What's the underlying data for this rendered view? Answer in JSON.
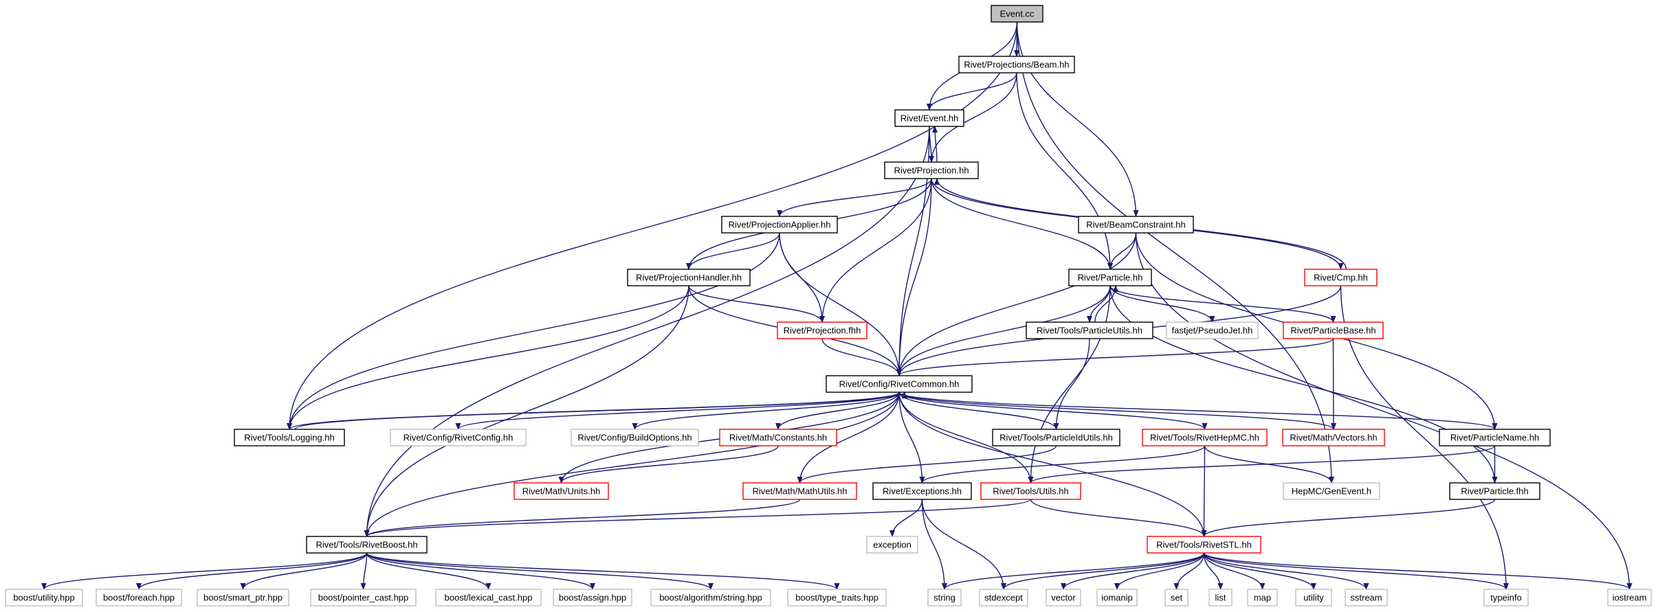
{
  "diagram": {
    "type": "include-dependency-graph",
    "colors": {
      "edge": "#191970",
      "node_documented": "#000000",
      "node_truncated": "#ff0000",
      "node_external": "#bfbfbf",
      "root_fill": "#bfbfbf"
    },
    "nodes": [
      {
        "id": "event_cc",
        "label": "Event.cc",
        "kind": "root"
      },
      {
        "id": "projections_beam",
        "label": "Rivet/Projections/Beam.hh",
        "kind": "doc"
      },
      {
        "id": "event_hh",
        "label": "Rivet/Event.hh",
        "kind": "doc"
      },
      {
        "id": "projection_hh",
        "label": "Rivet/Projection.hh",
        "kind": "doc"
      },
      {
        "id": "beamconstraint",
        "label": "Rivet/BeamConstraint.hh",
        "kind": "doc"
      },
      {
        "id": "projectionapplier",
        "label": "Rivet/ProjectionApplier.hh",
        "kind": "doc"
      },
      {
        "id": "projectionhandler",
        "label": "Rivet/ProjectionHandler.hh",
        "kind": "doc"
      },
      {
        "id": "particle_hh",
        "label": "Rivet/Particle.hh",
        "kind": "doc"
      },
      {
        "id": "cmp_hh",
        "label": "Rivet/Cmp.hh",
        "kind": "red"
      },
      {
        "id": "projection_fhh",
        "label": "Rivet/Projection.fhh",
        "kind": "red"
      },
      {
        "id": "particleutils",
        "label": "Rivet/Tools/ParticleUtils.hh",
        "kind": "doc"
      },
      {
        "id": "pseudojet",
        "label": "fastjet/PseudoJet.hh",
        "kind": "ext"
      },
      {
        "id": "particlebase",
        "label": "Rivet/ParticleBase.hh",
        "kind": "red"
      },
      {
        "id": "rivetcommon",
        "label": "Rivet/Config/RivetCommon.hh",
        "kind": "doc"
      },
      {
        "id": "logging",
        "label": "Rivet/Tools/Logging.hh",
        "kind": "doc"
      },
      {
        "id": "rivetconfig",
        "label": "Rivet/Config/RivetConfig.hh",
        "kind": "ext"
      },
      {
        "id": "buildoptions",
        "label": "Rivet/Config/BuildOptions.hh",
        "kind": "ext"
      },
      {
        "id": "constants",
        "label": "Rivet/Math/Constants.hh",
        "kind": "red"
      },
      {
        "id": "particleidutils",
        "label": "Rivet/Tools/ParticleIdUtils.hh",
        "kind": "doc"
      },
      {
        "id": "rivethepmc",
        "label": "Rivet/Tools/RivetHepMC.hh",
        "kind": "red"
      },
      {
        "id": "vectors",
        "label": "Rivet/Math/Vectors.hh",
        "kind": "red"
      },
      {
        "id": "particlename",
        "label": "Rivet/ParticleName.hh",
        "kind": "doc"
      },
      {
        "id": "units",
        "label": "Rivet/Math/Units.hh",
        "kind": "red"
      },
      {
        "id": "mathutils",
        "label": "Rivet/Math/MathUtils.hh",
        "kind": "red"
      },
      {
        "id": "exceptions",
        "label": "Rivet/Exceptions.hh",
        "kind": "doc"
      },
      {
        "id": "utils",
        "label": "Rivet/Tools/Utils.hh",
        "kind": "red"
      },
      {
        "id": "genevent",
        "label": "HepMC/GenEvent.h",
        "kind": "ext"
      },
      {
        "id": "particle_fhh",
        "label": "Rivet/Particle.fhh",
        "kind": "doc"
      },
      {
        "id": "rivetboost",
        "label": "Rivet/Tools/RivetBoost.hh",
        "kind": "doc"
      },
      {
        "id": "exception",
        "label": "exception",
        "kind": "ext"
      },
      {
        "id": "rivetstl",
        "label": "Rivet/Tools/RivetSTL.hh",
        "kind": "red"
      },
      {
        "id": "b_utility",
        "label": "boost/utility.hpp",
        "kind": "ext"
      },
      {
        "id": "b_foreach",
        "label": "boost/foreach.hpp",
        "kind": "ext"
      },
      {
        "id": "b_smart_ptr",
        "label": "boost/smart_ptr.hpp",
        "kind": "ext"
      },
      {
        "id": "b_pointer_cast",
        "label": "boost/pointer_cast.hpp",
        "kind": "ext"
      },
      {
        "id": "b_lexical_cast",
        "label": "boost/lexical_cast.hpp",
        "kind": "ext"
      },
      {
        "id": "b_assign",
        "label": "boost/assign.hpp",
        "kind": "ext"
      },
      {
        "id": "b_algorithm",
        "label": "boost/algorithm/string.hpp",
        "kind": "ext"
      },
      {
        "id": "b_type_traits",
        "label": "boost/type_traits.hpp",
        "kind": "ext"
      },
      {
        "id": "s_string",
        "label": "string",
        "kind": "ext"
      },
      {
        "id": "s_stdexcept",
        "label": "stdexcept",
        "kind": "ext"
      },
      {
        "id": "s_vector",
        "label": "vector",
        "kind": "ext"
      },
      {
        "id": "s_iomanip",
        "label": "iomanip",
        "kind": "ext"
      },
      {
        "id": "s_set",
        "label": "set",
        "kind": "ext"
      },
      {
        "id": "s_list",
        "label": "list",
        "kind": "ext"
      },
      {
        "id": "s_map",
        "label": "map",
        "kind": "ext"
      },
      {
        "id": "s_utility",
        "label": "utility",
        "kind": "ext"
      },
      {
        "id": "s_sstream",
        "label": "sstream",
        "kind": "ext"
      },
      {
        "id": "s_typeinfo",
        "label": "typeinfo",
        "kind": "ext"
      },
      {
        "id": "s_iostream",
        "label": "iostream",
        "kind": "ext"
      }
    ],
    "edges": [
      [
        "event_cc",
        "projections_beam"
      ],
      [
        "event_cc",
        "event_hh"
      ],
      [
        "event_cc",
        "beamconstraint"
      ],
      [
        "event_cc",
        "logging"
      ],
      [
        "event_cc",
        "genevent"
      ],
      [
        "projections_beam",
        "event_hh"
      ],
      [
        "projections_beam",
        "projection_hh"
      ],
      [
        "projections_beam",
        "particle_hh"
      ],
      [
        "event_hh",
        "projection_hh"
      ],
      [
        "event_hh",
        "rivetcommon"
      ],
      [
        "event_hh",
        "rivetboost"
      ],
      [
        "projection_hh",
        "event_hh"
      ],
      [
        "projection_hh",
        "projectionapplier"
      ],
      [
        "projection_hh",
        "projectionhandler"
      ],
      [
        "projection_hh",
        "projection_fhh"
      ],
      [
        "projection_hh",
        "rivetcommon"
      ],
      [
        "projection_hh",
        "particle_hh"
      ],
      [
        "projection_hh",
        "cmp_hh"
      ],
      [
        "beamconstraint",
        "particle_hh"
      ],
      [
        "beamconstraint",
        "rivetcommon"
      ],
      [
        "beamconstraint",
        "particlename"
      ],
      [
        "beamconstraint",
        "s_iostream"
      ],
      [
        "projectionapplier",
        "projectionhandler"
      ],
      [
        "projectionapplier",
        "projection_fhh"
      ],
      [
        "projectionapplier",
        "rivetcommon"
      ],
      [
        "projectionapplier",
        "logging"
      ],
      [
        "projectionhandler",
        "rivetcommon"
      ],
      [
        "projectionhandler",
        "projection_fhh"
      ],
      [
        "projectionhandler",
        "logging"
      ],
      [
        "projectionhandler",
        "rivetboost"
      ],
      [
        "particle_hh",
        "particleutils"
      ],
      [
        "particle_hh",
        "pseudojet"
      ],
      [
        "particle_hh",
        "particlebase"
      ],
      [
        "particle_hh",
        "rivetcommon"
      ],
      [
        "particle_hh",
        "particle_fhh"
      ],
      [
        "particle_hh",
        "utils"
      ],
      [
        "particleutils",
        "particle_hh"
      ],
      [
        "particleutils",
        "particleidutils"
      ],
      [
        "cmp_hh",
        "projection_hh"
      ],
      [
        "cmp_hh",
        "rivetcommon"
      ],
      [
        "cmp_hh",
        "s_typeinfo"
      ],
      [
        "projection_fhh",
        "rivetcommon"
      ],
      [
        "particlebase",
        "rivetcommon"
      ],
      [
        "particlebase",
        "vectors"
      ],
      [
        "rivetcommon",
        "logging"
      ],
      [
        "rivetcommon",
        "rivetconfig"
      ],
      [
        "rivetcommon",
        "buildoptions"
      ],
      [
        "rivetcommon",
        "constants"
      ],
      [
        "rivetcommon",
        "particleidutils"
      ],
      [
        "rivetcommon",
        "rivethepmc"
      ],
      [
        "rivetcommon",
        "vectors"
      ],
      [
        "rivetcommon",
        "particlename"
      ],
      [
        "rivetcommon",
        "units"
      ],
      [
        "rivetcommon",
        "mathutils"
      ],
      [
        "rivetcommon",
        "exceptions"
      ],
      [
        "rivetcommon",
        "utils"
      ],
      [
        "rivetcommon",
        "rivetstl"
      ],
      [
        "rivetcommon",
        "rivetboost"
      ],
      [
        "logging",
        "rivetcommon"
      ],
      [
        "constants",
        "units"
      ],
      [
        "particleidutils",
        "mathutils"
      ],
      [
        "rivethepmc",
        "genevent"
      ],
      [
        "rivethepmc",
        "rivetstl"
      ],
      [
        "rivethepmc",
        "exceptions"
      ],
      [
        "particlename",
        "particle_fhh"
      ],
      [
        "particlename",
        "utils"
      ],
      [
        "mathutils",
        "rivetboost"
      ],
      [
        "exceptions",
        "exception"
      ],
      [
        "exceptions",
        "s_string"
      ],
      [
        "exceptions",
        "s_stdexcept"
      ],
      [
        "utils",
        "rivetstl"
      ],
      [
        "utils",
        "rivetboost"
      ],
      [
        "particle_fhh",
        "rivetstl"
      ],
      [
        "rivetboost",
        "b_utility"
      ],
      [
        "rivetboost",
        "b_foreach"
      ],
      [
        "rivetboost",
        "b_smart_ptr"
      ],
      [
        "rivetboost",
        "b_pointer_cast"
      ],
      [
        "rivetboost",
        "b_lexical_cast"
      ],
      [
        "rivetboost",
        "b_assign"
      ],
      [
        "rivetboost",
        "b_algorithm"
      ],
      [
        "rivetboost",
        "b_type_traits"
      ],
      [
        "rivetstl",
        "s_string"
      ],
      [
        "rivetstl",
        "s_stdexcept"
      ],
      [
        "rivetstl",
        "s_vector"
      ],
      [
        "rivetstl",
        "s_iomanip"
      ],
      [
        "rivetstl",
        "s_set"
      ],
      [
        "rivetstl",
        "s_list"
      ],
      [
        "rivetstl",
        "s_map"
      ],
      [
        "rivetstl",
        "s_utility"
      ],
      [
        "rivetstl",
        "s_sstream"
      ],
      [
        "rivetstl",
        "s_typeinfo"
      ],
      [
        "rivetstl",
        "s_iostream"
      ]
    ]
  }
}
